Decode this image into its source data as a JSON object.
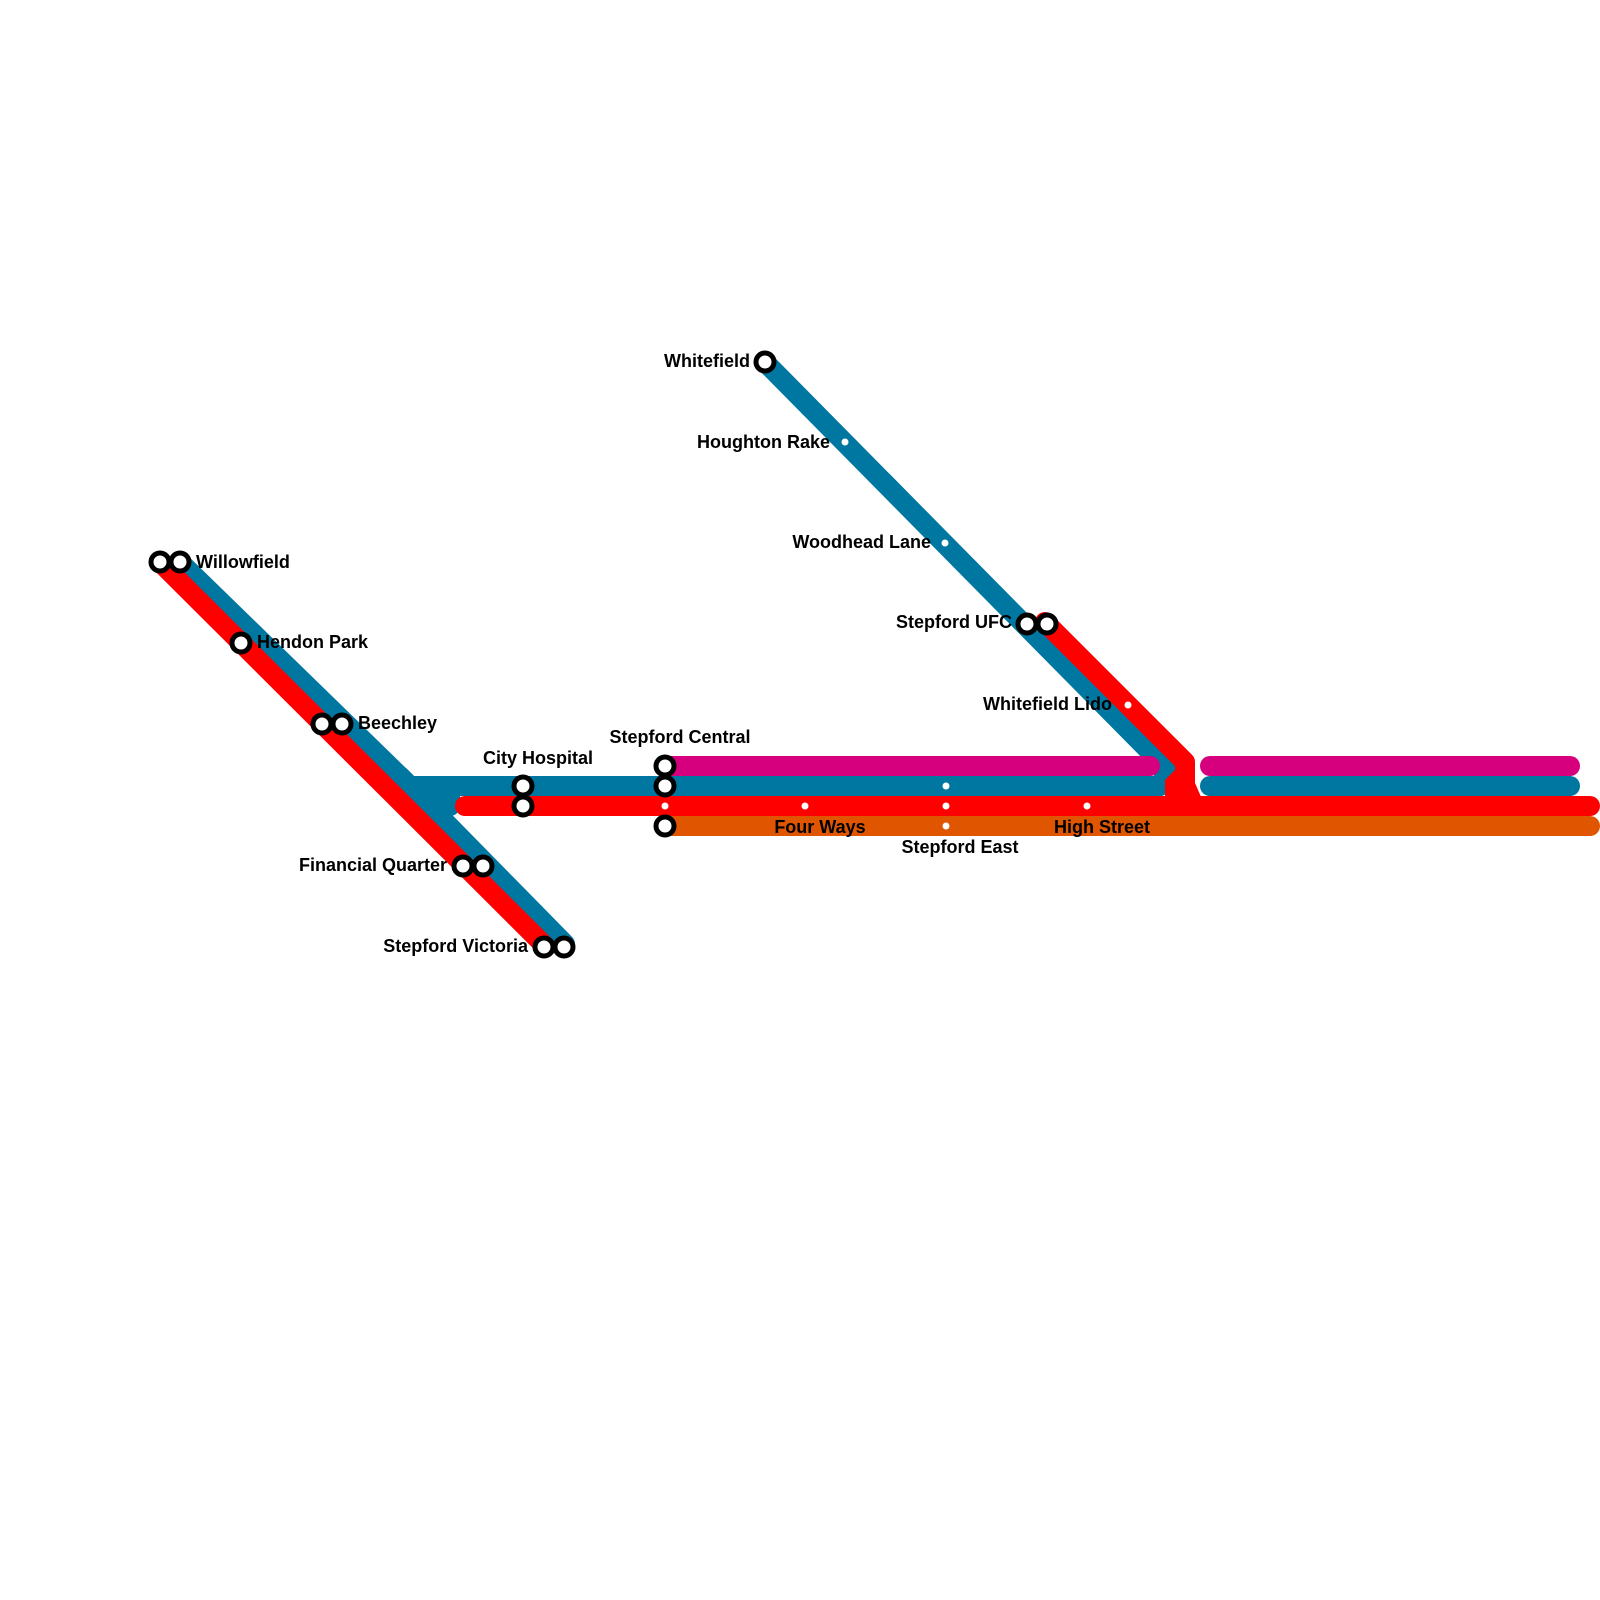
{
  "colors": {
    "red": "#ff0000",
    "blue": "#0077a0",
    "magenta": "#d6007f",
    "orange": "#e05500",
    "station_ring": "#000000",
    "station_fill": "#ffffff",
    "background": "#ffffff"
  },
  "lines": [
    {
      "id": "red",
      "color": "#ff0000"
    },
    {
      "id": "blue",
      "color": "#0077a0"
    },
    {
      "id": "magenta",
      "color": "#d6007f"
    },
    {
      "id": "orange",
      "color": "#e05500"
    }
  ],
  "stations": {
    "whitefield": "Whitefield",
    "houghton_rake": "Houghton Rake",
    "woodhead_lane": "Woodhead Lane",
    "stepford_ufc": "Stepford UFC",
    "whitefield_lido": "Whitefield Lido",
    "willowfield": "Willowfield",
    "hendon_park": "Hendon Park",
    "beechley": "Beechley",
    "city_hospital": "City Hospital",
    "stepford_central": "Stepford Central",
    "financial_quarter": "Financial Quarter",
    "stepford_victoria": "Stepford Victoria",
    "four_ways": "Four Ways",
    "stepford_east": "Stepford East",
    "high_street": "High Street"
  }
}
